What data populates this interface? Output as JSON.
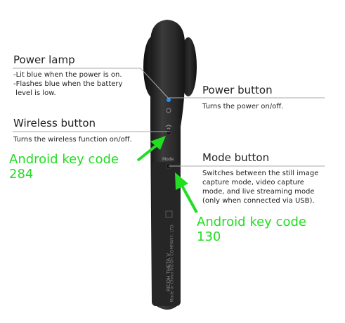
{
  "power_lamp": {
    "title": "Power lamp",
    "desc_lines": [
      "-Lit blue when the power is on.",
      "-Flashes blue when the battery",
      " level is low."
    ]
  },
  "power_button": {
    "title": "Power button",
    "desc": "Turns the power on/off."
  },
  "wireless_button": {
    "title": "Wireless button",
    "desc": "Turns the wireless function on/off."
  },
  "mode_button": {
    "title": "Mode button",
    "desc_lines": [
      "Switches between the still image",
      "capture mode, video capture",
      "mode, and live streaming mode",
      "(only when connected via USB)."
    ]
  },
  "android_wireless": {
    "line1": "Android key code",
    "line2": "284"
  },
  "android_mode": {
    "line1": "Android key code",
    "line2": "130"
  },
  "device_labels": {
    "mode_label": "Mode",
    "model_text": "RICOH THETA V",
    "made_text": "Made in China  RICOH COMPANY, LTD."
  },
  "colors": {
    "callout_green": "#22dd22",
    "lamp_blue": "#1e90ff",
    "device_body": "#2b2b2b"
  }
}
